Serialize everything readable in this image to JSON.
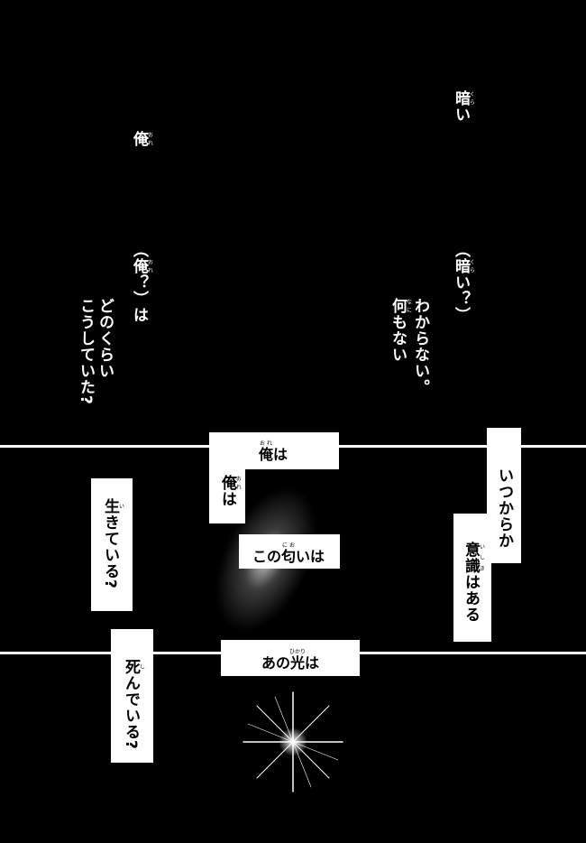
{
  "narration": {
    "kurai": {
      "base": "暗",
      "rt": "くら",
      "rest": "い"
    },
    "ore": {
      "base": "俺",
      "rt": "おれ"
    },
    "ore_q": {
      "pre": "（",
      "base": "俺",
      "rt": "おれ",
      "rest": "？）は"
    },
    "donokurai_1": "どのくらい",
    "donokurai_2": "こうしていた?",
    "kurai_q": {
      "pre": "（",
      "base": "暗",
      "rt": "くら",
      "rest": "い？）"
    },
    "wakaranai": "わからない。",
    "nanimonai": {
      "base": "何",
      "rt": "なに",
      "rest": "もない"
    }
  },
  "captions": {
    "ore_wa_h": {
      "base": "俺",
      "rt": "おれ",
      "rest": "は"
    },
    "ore_wa_v": {
      "base": "俺",
      "rt": "おれ",
      "rest": "は"
    },
    "nioi": {
      "pre": "この",
      "base": "匂",
      "rt": "にお",
      "rest": "いは"
    },
    "ikiteiru": {
      "base": "生",
      "rt": "い",
      "rest": "きている?"
    },
    "itsukaraka": "いつからか",
    "ishiki": {
      "base": "意識",
      "rt": "いしき",
      "rest": "はある"
    },
    "ano_hikari": {
      "pre": "あの",
      "base": "光",
      "rt": "ひかり",
      "rest": "は"
    },
    "shindeiru": {
      "base": "死",
      "rt": "し",
      "rest": "んでいる?"
    }
  }
}
